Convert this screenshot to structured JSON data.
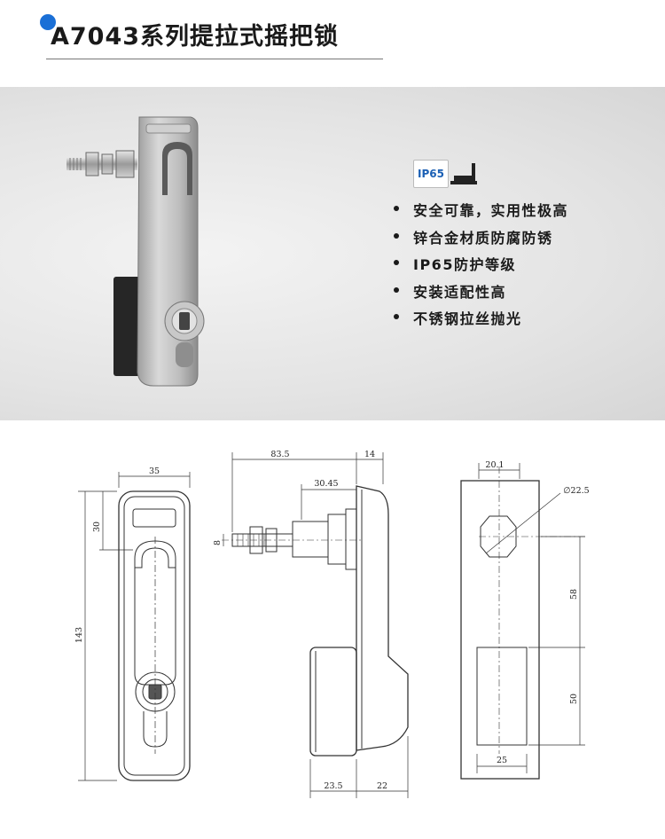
{
  "header": {
    "title": "A7043系列提拉式摇把锁"
  },
  "badge": {
    "ip_label": "IP65",
    "mount_icon": "panel-mount-icon"
  },
  "features": [
    "安全可靠，实用性极高",
    "锌合金材质防腐防锈",
    "IP65防护等级",
    "安装适配性高",
    "不锈钢拉丝抛光"
  ],
  "dimensions": {
    "front_width": "35",
    "front_top": "30",
    "front_height": "143",
    "side_total": "83.5",
    "side_depth": "14",
    "side_stud": "30.45",
    "side_thread": "8",
    "side_bottom_left": "23.5",
    "side_bottom_right": "22",
    "cut_top_width": "20.1",
    "cut_hole_dia": "∅22.5",
    "cut_span_upper": "58",
    "cut_span_lower": "50",
    "cut_bottom_width": "25"
  }
}
